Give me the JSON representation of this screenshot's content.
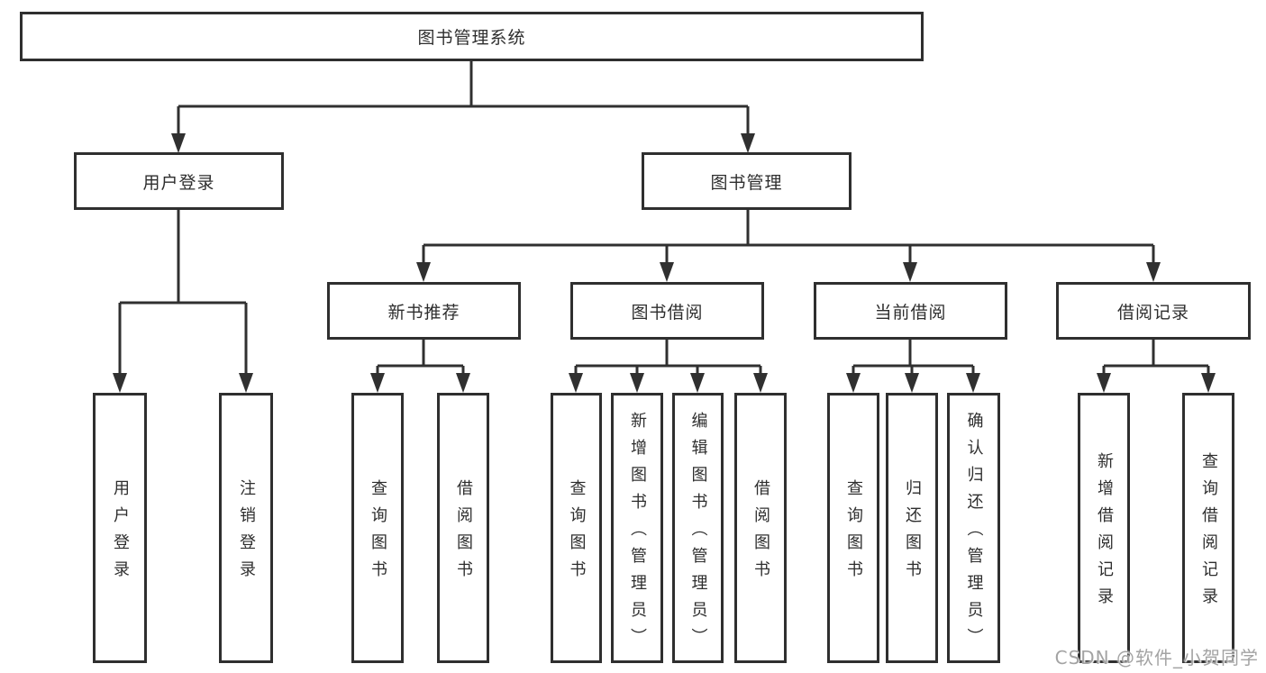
{
  "diagram": {
    "root": {
      "label": "图书管理系统"
    },
    "branches": [
      {
        "id": "user-login",
        "label": "用户登录",
        "children": [
          {
            "label": "用户登录"
          },
          {
            "label": "注销登录"
          }
        ]
      },
      {
        "id": "book-management",
        "label": "图书管理",
        "children": [
          {
            "label": "新书推荐",
            "children": [
              {
                "label": "查询图书"
              },
              {
                "label": "借阅图书"
              }
            ]
          },
          {
            "label": "图书借阅",
            "children": [
              {
                "label": "查询图书"
              },
              {
                "label": "新增图书（管理员）"
              },
              {
                "label": "编辑图书（管理员）"
              },
              {
                "label": "借阅图书"
              }
            ]
          },
          {
            "label": "当前借阅",
            "children": [
              {
                "label": "查询图书"
              },
              {
                "label": "归还图书"
              },
              {
                "label": "确认归还（管理员）"
              }
            ]
          },
          {
            "label": "借阅记录",
            "children": [
              {
                "label": "新增借阅记录"
              },
              {
                "label": "查询借阅记录"
              }
            ]
          }
        ]
      }
    ],
    "watermark": "CSDN @软件_小贺同学",
    "colors": {
      "line": "#303030",
      "text": "#2e2e2e",
      "watermark": "#a3a3a3",
      "background": "#ffffff"
    }
  }
}
